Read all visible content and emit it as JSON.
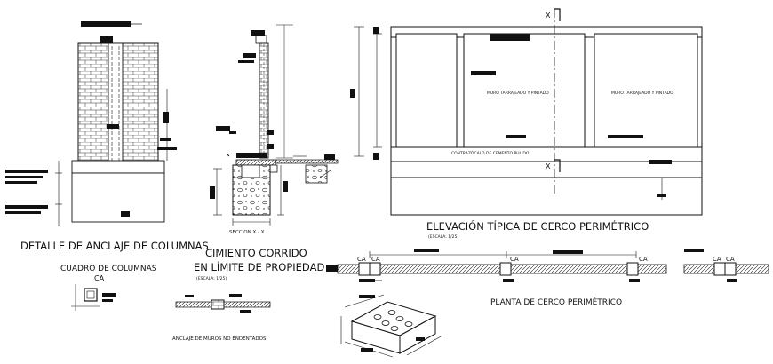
{
  "titles": {
    "anchor_detail": "DETALLE DE ANCLAJE DE COLUMNAS",
    "foundation_line1": "CIMIENTO CORRIDO",
    "foundation_line2": "EN LÍMITE DE PROPIEDAD",
    "foundation_scale": "(ESCALA: 1/25)",
    "section": "SECCION X - X",
    "column_table": "CUADRO DE COLUMNAS",
    "column_code": "CA",
    "wall_anchor": "ANCLAJE DE MUROS NO ENDENTADOS",
    "elevation": "ELEVACIÓN TÍPICA DE CERCO PERIMÉTRICO",
    "elevation_scale": "(ESCALA: 1/25)",
    "plan": "PLANTA DE CERCO PERIMÉTRICO"
  },
  "elevation": {
    "panel_note_1": "MURO TARRAJEADO Y PINTADO",
    "panel_note_2": "MURO TARRAJEADO Y PINTADO",
    "base_note": "CONTRAZÓCALO DE CEMENTO PULIDO",
    "cut_mark": "X"
  },
  "plan": {
    "column_tags": [
      "CA",
      "CA",
      "CA",
      "CA",
      "CA",
      "CA"
    ]
  },
  "colors": {
    "ink": "#111111",
    "paper": "#ffffff"
  }
}
